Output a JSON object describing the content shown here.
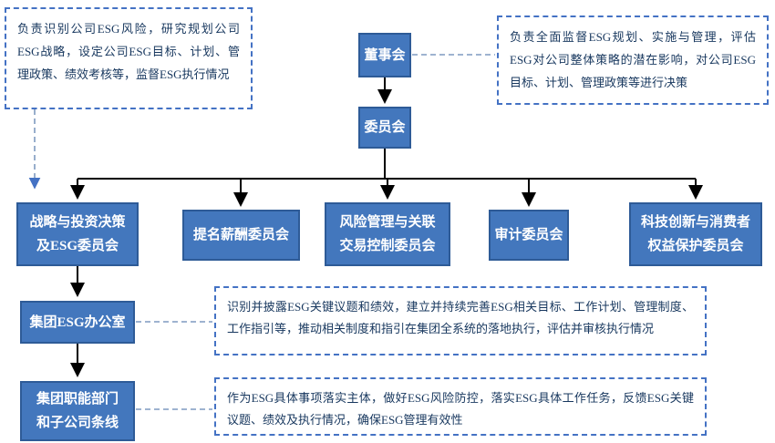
{
  "org": {
    "board": "董事会",
    "committee": "委员会",
    "committees": [
      {
        "label": "战略与投资决策\n及ESG委员会"
      },
      {
        "label": "提名薪酬委员会"
      },
      {
        "label": "风险管理与关联\n交易控制委员会"
      },
      {
        "label": "审计委员会"
      },
      {
        "label": "科技创新与消费者\n权益保护委员会"
      }
    ],
    "esg_office": "集团ESG办公室",
    "departments": "集团职能部门\n和子公司条线"
  },
  "annotations": {
    "esg_committee_duty": "负责识别公司ESG风险，研究规划公司ESG战略，设定公司ESG目标、计划、管理政策、绩效考核等，监督ESG执行情况",
    "board_duty": "负责全面监督ESG规划、实施与管理，评估ESG对公司整体策略的潜在影响，对公司ESG目标、计划、管理政策等进行决策",
    "esg_office_duty": "识别并披露ESG关键议题和绩效，建立并持续完善ESG相关目标、工作计划、管理制度、工作指引等，推动相关制度和指引在集团全系统的落地执行，评估并审核执行情况",
    "departments_duty": "作为ESG具体事项落实主体，做好ESG风险防控，落实ESG具体工作任务，反馈ESG关键议题、绩效及执行情况，确保ESG管理有效性"
  },
  "colors": {
    "box_fill": "#4377BD",
    "box_border": "#2E5B97",
    "accent": "#4472C4",
    "annot_text": "#17375E",
    "dash_line": "#7F9AC0",
    "solid_line": "#000000"
  }
}
